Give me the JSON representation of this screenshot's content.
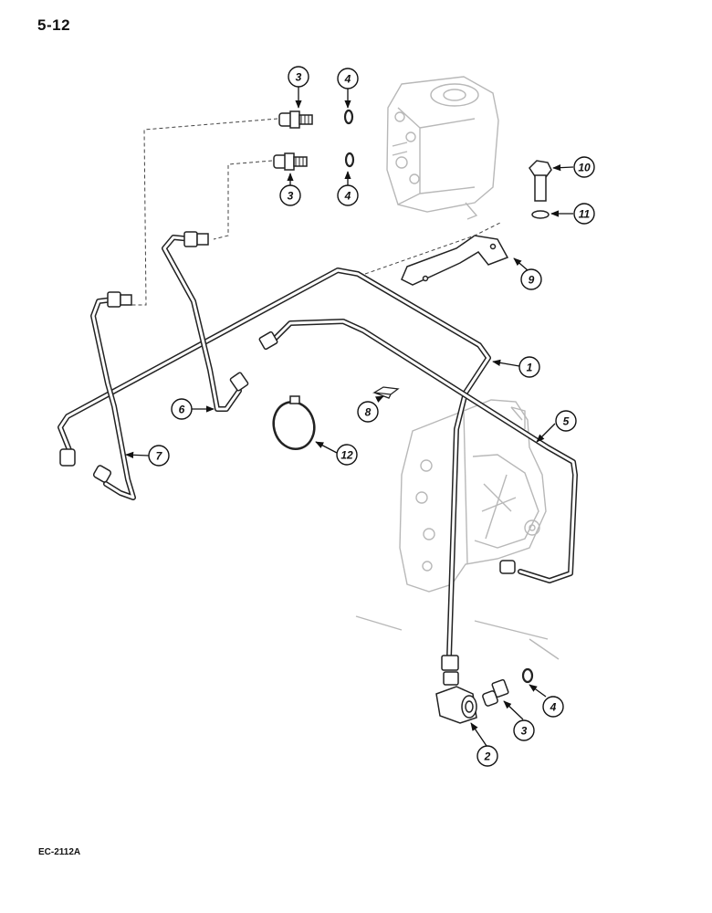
{
  "page_number": "5-12",
  "reference_code": "EC-2112A",
  "callouts": [
    {
      "id": "c1",
      "label": "1"
    },
    {
      "id": "c2",
      "label": "2"
    },
    {
      "id": "c3a",
      "label": "3"
    },
    {
      "id": "c3b",
      "label": "3"
    },
    {
      "id": "c3c",
      "label": "3"
    },
    {
      "id": "c4a",
      "label": "4"
    },
    {
      "id": "c4b",
      "label": "4"
    },
    {
      "id": "c4c",
      "label": "4"
    },
    {
      "id": "c5",
      "label": "5"
    },
    {
      "id": "c6",
      "label": "6"
    },
    {
      "id": "c7",
      "label": "7"
    },
    {
      "id": "c8",
      "label": "8"
    },
    {
      "id": "c9",
      "label": "9"
    },
    {
      "id": "c10",
      "label": "10"
    },
    {
      "id": "c11",
      "label": "11"
    },
    {
      "id": "c12",
      "label": "12"
    }
  ]
}
